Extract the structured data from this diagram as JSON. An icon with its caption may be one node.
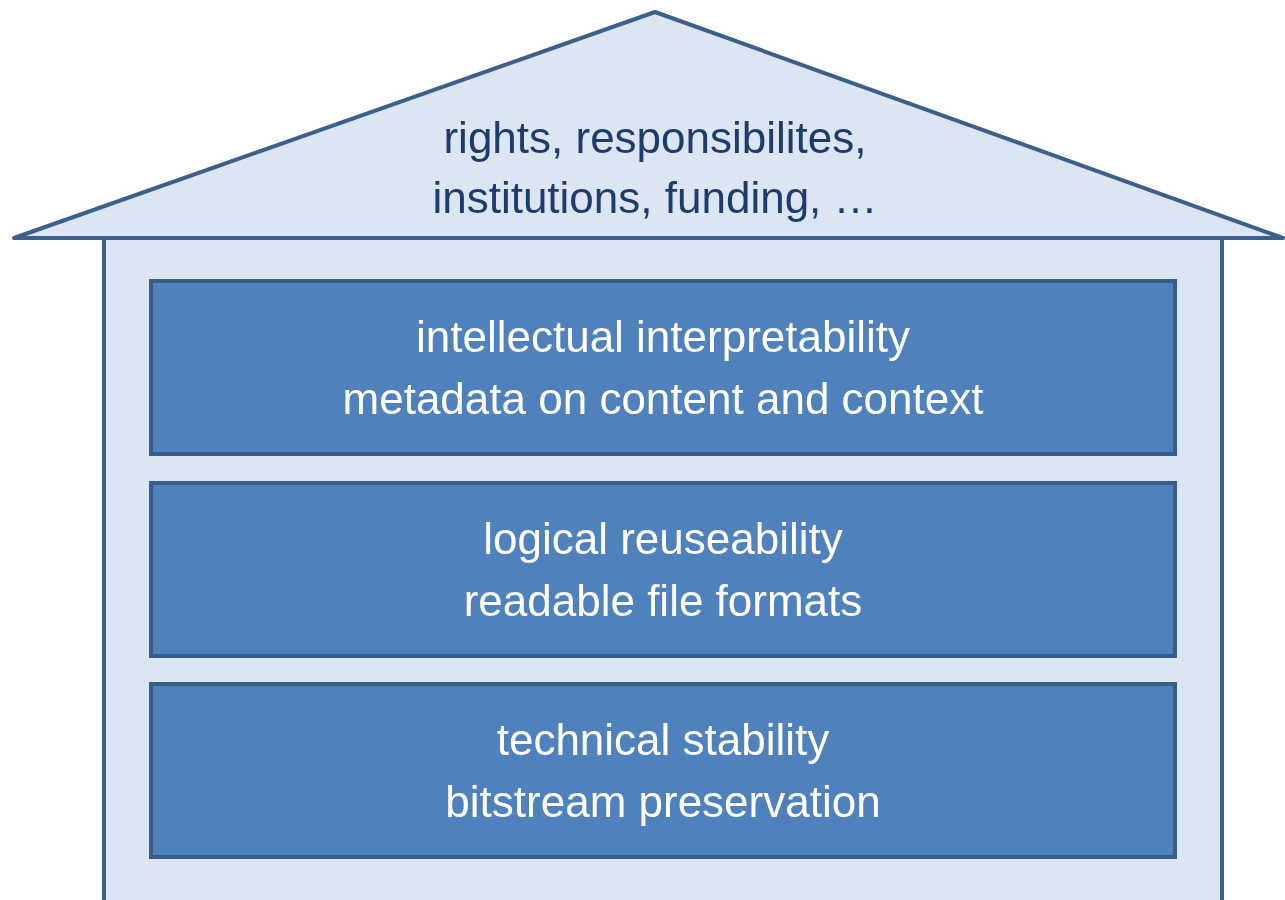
{
  "diagram": {
    "nodes": [
      {
        "text": [
          "rights, responsibilites, institutions, funding, …"
        ]
      },
      {
        "text": [
          "intellectual interpretability",
          "metadata on content and context"
        ],
        "in": 0
      },
      {
        "text": [
          "logical reuseability",
          "readable file formats"
        ],
        "in": 0
      },
      {
        "text": [
          "technical stability",
          "bitstream preservation"
        ],
        "in": 0
      }
    ]
  }
}
